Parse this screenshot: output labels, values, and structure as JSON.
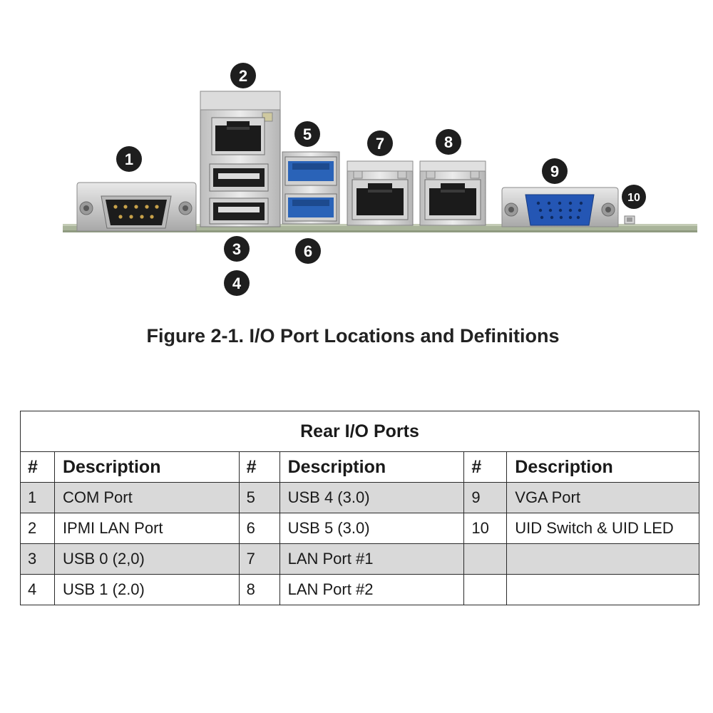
{
  "figure": {
    "caption": "Figure 2-1. I/O Port Locations and Definitions",
    "callouts": [
      "1",
      "2",
      "3",
      "4",
      "5",
      "6",
      "7",
      "8",
      "9",
      "10"
    ]
  },
  "table": {
    "title": "Rear I/O Ports",
    "header": {
      "num": "#",
      "desc": "Description"
    },
    "rows": [
      {
        "c1": {
          "num": "1",
          "desc": "COM Port"
        },
        "c2": {
          "num": "5",
          "desc": "USB 4 (3.0)"
        },
        "c3": {
          "num": "9",
          "desc": "VGA Port"
        }
      },
      {
        "c1": {
          "num": "2",
          "desc": "IPMI LAN Port"
        },
        "c2": {
          "num": "6",
          "desc": "USB 5 (3.0)"
        },
        "c3": {
          "num": "10",
          "desc": "UID Switch & UID LED"
        }
      },
      {
        "c1": {
          "num": "3",
          "desc": "USB 0 (2,0)"
        },
        "c2": {
          "num": "7",
          "desc": "LAN Port #1"
        },
        "c3": {
          "num": "",
          "desc": ""
        }
      },
      {
        "c1": {
          "num": "4",
          "desc": "USB 1 (2.0)"
        },
        "c2": {
          "num": "8",
          "desc": "LAN Port #2"
        },
        "c3": {
          "num": "",
          "desc": ""
        }
      }
    ]
  },
  "colors": {
    "usb3_blue": "#2a63b8",
    "vga_blue": "#2456b4",
    "pcb_green": "#a9b49a",
    "callout": "#1e1e1e"
  }
}
